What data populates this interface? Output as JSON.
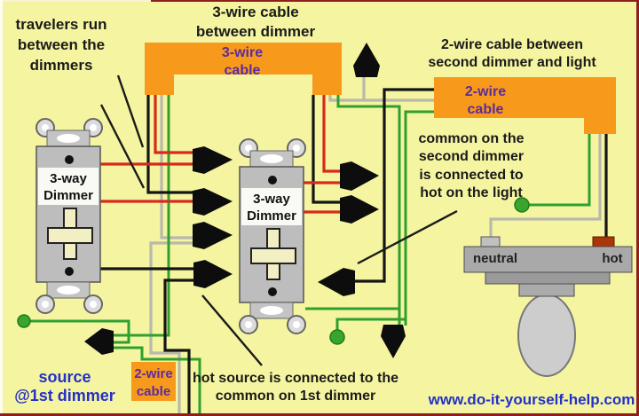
{
  "colors": {
    "background": "#F5F5A1",
    "cable_sheath_orange": "#F79A1B",
    "cable_label_purple": "#5B2CA0",
    "annotation_black": "#1A1A1A",
    "link_blue": "#2430C8",
    "wire_red": "#D8291D",
    "wire_black": "#151515",
    "wire_neutral_gray": "#B8B8AD",
    "wire_ground_green": "#2FA02F",
    "hot_terminal_brown": "#AA3508"
  },
  "annotations": {
    "travelers": {
      "line1": "travelers run",
      "line2": "between the",
      "line3": "dimmers"
    },
    "cable3_heading": {
      "line1": "3-wire cable",
      "line2": "between dimmer"
    },
    "cable2_heading": {
      "line1": "2-wire cable between",
      "line2": "second dimmer and light"
    },
    "common_note": {
      "line1": "common on the",
      "line2": "second dimmer",
      "line3": "is connected to",
      "line4": "hot on the light"
    },
    "hot_source_note": {
      "line1": "hot source is connected to the",
      "line2": "common on 1st dimmer"
    },
    "source_note": {
      "line1": "source",
      "line2": "@1st dimmer"
    },
    "website": "www.do-it-yourself-help.com"
  },
  "cables": {
    "three_wire_label": {
      "line1": "3-wire",
      "line2": "cable"
    },
    "two_wire_top_label": {
      "line1": "2-wire",
      "line2": "cable"
    },
    "two_wire_bottom_label": {
      "line1": "2-wire",
      "line2": "cable"
    }
  },
  "components": {
    "dimmer1_label": {
      "line1": "3-way",
      "line2": "Dimmer"
    },
    "dimmer2_label": {
      "line1": "3-way",
      "line2": "Dimmer"
    },
    "fixture": {
      "neutral": "neutral",
      "hot": "hot"
    }
  }
}
